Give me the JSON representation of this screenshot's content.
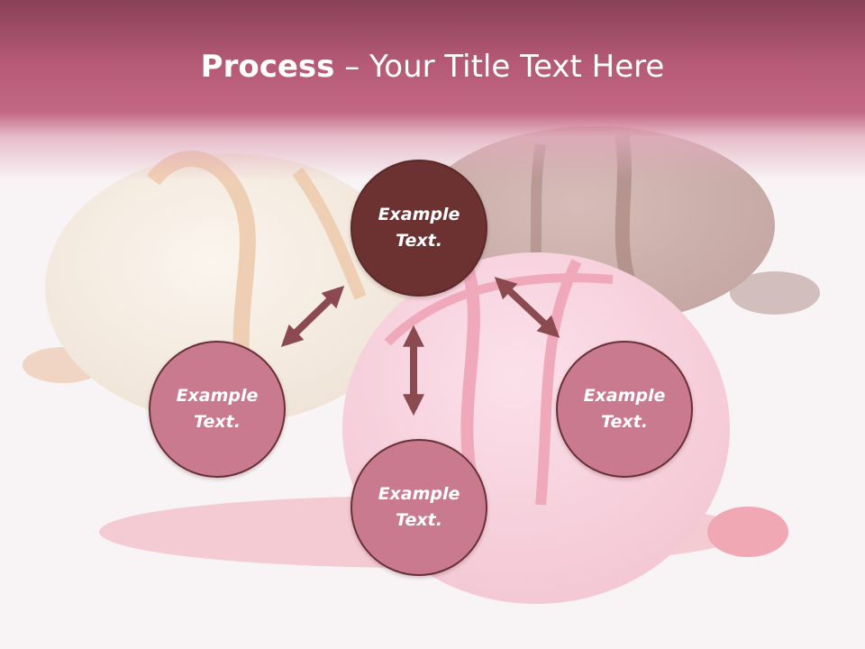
{
  "slide": {
    "title_bold": "Process",
    "title_dash": " – ",
    "title_rest": "Your Title Text Here"
  },
  "nodes": {
    "center": "Example Text.",
    "left": "Example Text.",
    "right": "Example Text.",
    "bottom": "Example Text."
  },
  "colors": {
    "header": "#b55a76",
    "center_node": "#6c3131",
    "side_nodes": "#c97a8f",
    "arrows": "#8b4a50"
  }
}
